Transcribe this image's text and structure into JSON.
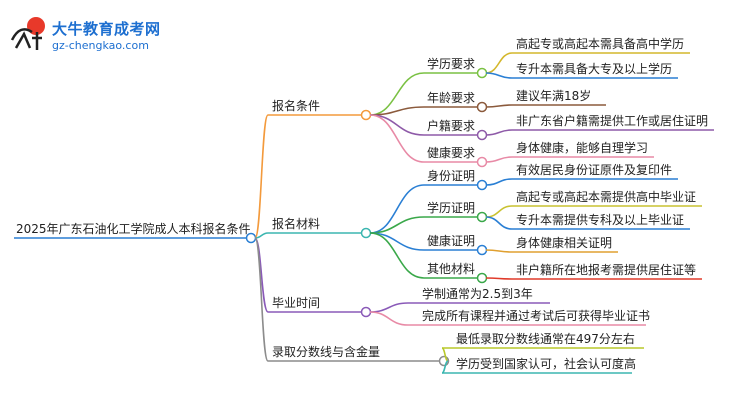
{
  "brand": {
    "title": "大牛教育成考网",
    "url": "gz-chengkao.com",
    "logo_text": "大牛"
  },
  "mindmap": {
    "root": "2025年广东石油化工学院成人本科报名条件",
    "branches": [
      {
        "label": "报名条件",
        "color": "#f39a3c",
        "children": [
          {
            "label": "学历要求",
            "color": "#7ac143",
            "children": [
              {
                "label": "高起专或高起本需具备高中学历",
                "color": "#d4b72c"
              },
              {
                "label": "专升本需具备大专及以上学历",
                "color": "#2a7fd4"
              }
            ]
          },
          {
            "label": "年龄要求",
            "color": "#8b5a3c",
            "children": [
              {
                "label": "建议年满18岁",
                "color": "#8b5a3c"
              }
            ]
          },
          {
            "label": "户籍要求",
            "color": "#8e5aa8",
            "children": [
              {
                "label": "非广东省户籍需提供工作或居住证明",
                "color": "#8e5aa8"
              }
            ]
          },
          {
            "label": "健康要求",
            "color": "#e88aa6",
            "children": [
              {
                "label": "身体健康，能够自理学习",
                "color": "#e88aa6"
              }
            ]
          }
        ]
      },
      {
        "label": "报名材料",
        "color": "#3bb6b0",
        "children": [
          {
            "label": "身份证明",
            "color": "#2a7fd4",
            "children": [
              {
                "label": "有效居民身份证原件及复印件",
                "color": "#2a7fd4"
              }
            ]
          },
          {
            "label": "学历证明",
            "color": "#3aa84a",
            "children": [
              {
                "label": "高起专或高起本需提供高中毕业证",
                "color": "#c9c230"
              },
              {
                "label": "专升本需提供专科及以上毕业证",
                "color": "#2a7fd4"
              }
            ]
          },
          {
            "label": "健康证明",
            "color": "#2a7fd4",
            "children": [
              {
                "label": "身体健康相关证明",
                "color": "#e0a030"
              }
            ]
          },
          {
            "label": "其他材料",
            "color": "#3aa84a",
            "children": [
              {
                "label": "非户籍所在地报考需提供居住证等",
                "color": "#e03a2a"
              }
            ]
          }
        ]
      },
      {
        "label": "毕业时间",
        "color": "#8a5ab8",
        "children": [
          {
            "label": "学制通常为2.5到3年",
            "color": "#8a5ab8"
          },
          {
            "label": "完成所有课程并通过考试后可获得毕业证书",
            "color": "#e88aa6"
          }
        ]
      },
      {
        "label": "录取分数线与含金量",
        "color": "#8c8c8c",
        "children": [
          {
            "label": "最低录取分数线通常在497分左右",
            "color": "#b8c82a"
          },
          {
            "label": "学历受到国家认可，社会认可度高",
            "color": "#3bb6b0"
          }
        ]
      }
    ]
  }
}
